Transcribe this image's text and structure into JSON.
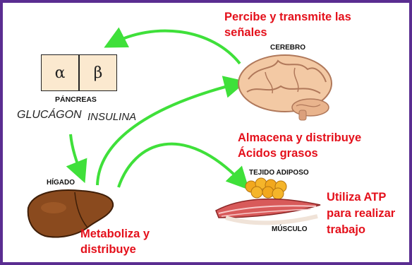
{
  "pancreas": {
    "alpha": "α",
    "beta": "β",
    "label": "PÁNCREAS"
  },
  "hormones": {
    "glucagon": "GLUCÁGON",
    "insulina": "INSULINA"
  },
  "brain": {
    "label": "CEREBRO",
    "caption_line1": "Percibe y transmite las",
    "caption_line2": "señales"
  },
  "liver": {
    "label": "HÍGADO",
    "caption_line1": "Metaboliza y",
    "caption_line2": "distribuye"
  },
  "adipose": {
    "label": "TEJIDO ADIPOSO",
    "caption_line1": "Almacena y distribuye",
    "caption_line2": "Ácidos grasos"
  },
  "muscle": {
    "label": "MÚSCULO",
    "caption_line1": "Utiliza ATP",
    "caption_line2": "para realizar",
    "caption_line3": "trabajo"
  },
  "colors": {
    "frame": "#5a2d91",
    "caption": "#e4101b",
    "arrow": "#3fe03a"
  }
}
